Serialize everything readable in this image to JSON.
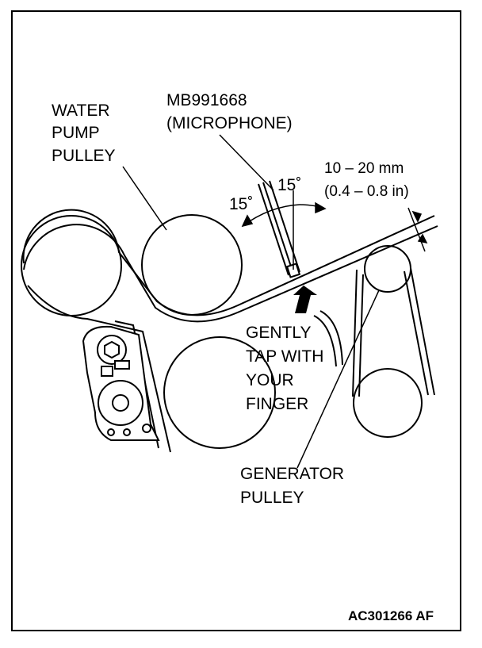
{
  "labels": {
    "water_pump": [
      "WATER",
      "PUMP",
      "PULLEY"
    ],
    "tool": [
      "MB991668",
      "(MICROPHONE)"
    ],
    "angle_left": "15˚",
    "angle_right": "15˚",
    "deflection": [
      "10 – 20 mm",
      "(0.4 – 0.8 in)"
    ],
    "instruction": [
      "GENTLY",
      "TAP WITH",
      "YOUR",
      "FINGER"
    ],
    "generator": [
      "GENERATOR",
      "PULLEY"
    ],
    "figure_code": "AC301266 AF"
  }
}
